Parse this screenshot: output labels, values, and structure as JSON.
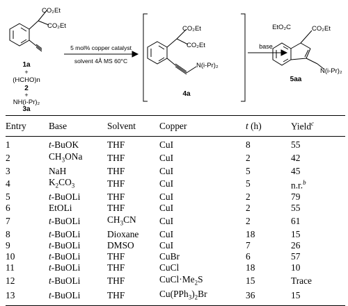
{
  "scheme": {
    "sm_ester1": "CO₂Et",
    "sm_ester2": "CO₂Et",
    "sm_label": "1a",
    "plus1": "+",
    "formaldehyde": "(HCHO)n",
    "formaldehyde_label": "2",
    "plus2": "+",
    "amine": "NH(i-Pr)₂",
    "amine_label": "3a",
    "arrow1_top": "5 mol% copper catalyst",
    "arrow1_bottom": "solvent 4Å MS 60°C",
    "int_ester1": "CO₂Et",
    "int_ester2": "CO₂Et",
    "int_amine": "N(i-Pr)₂",
    "int_label": "4a",
    "arrow2_top": "base",
    "prod_ester1": "EtO₂C",
    "prod_ester2": "CO₂Et",
    "prod_amine": "N(i-Pr)₂",
    "prod_label": "5aa"
  },
  "table": {
    "headers": [
      "Entry",
      "Base",
      "Solvent",
      "Copper",
      "t (h)",
      "Yield"
    ],
    "yield_footnote": "c",
    "rows": [
      [
        "1",
        "t-BuOK",
        "THF",
        "CuI",
        "8",
        "55"
      ],
      [
        "2",
        "CH3ONa",
        "THF",
        "CuI",
        "2",
        "42"
      ],
      [
        "3",
        "NaH",
        "THF",
        "CuI",
        "5",
        "45"
      ],
      [
        "4",
        "K2CO3",
        "THF",
        "CuI",
        "5",
        "n.r.b"
      ],
      [
        "5",
        "t-BuOLi",
        "THF",
        "CuI",
        "2",
        "79"
      ],
      [
        "6",
        "EtOLi",
        "THF",
        "CuI",
        "2",
        "55"
      ],
      [
        "7",
        "t-BuOLi",
        "CH3CN",
        "CuI",
        "2",
        "61"
      ],
      [
        "8",
        "t-BuOLi",
        "Dioxane",
        "CuI",
        "18",
        "15"
      ],
      [
        "9",
        "t-BuOLi",
        "DMSO",
        "CuI",
        "7",
        "26"
      ],
      [
        "10",
        "t-BuOLi",
        "THF",
        "CuBr",
        "6",
        "57"
      ],
      [
        "11",
        "t-BuOLi",
        "THF",
        "CuCl",
        "18",
        "10"
      ],
      [
        "12",
        "t-BuOLi",
        "THF",
        "CuCl·Me2S",
        "15",
        "Trace"
      ],
      [
        "13",
        "t-BuOLi",
        "THF",
        "Cu(PPh3)2Br",
        "36",
        "15"
      ]
    ]
  }
}
